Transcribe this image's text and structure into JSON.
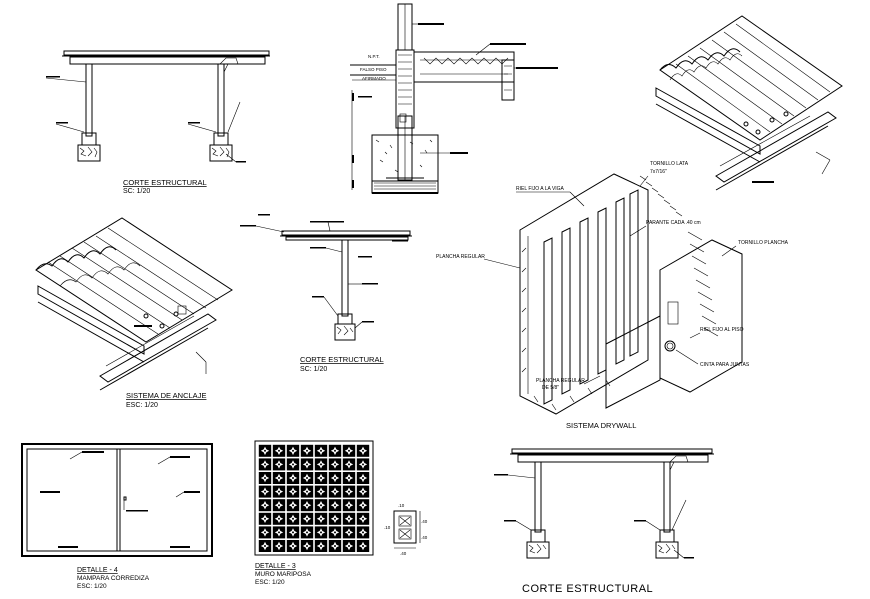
{
  "labels": {
    "corte1_title": "CORTE ESTRUCTURAL",
    "corte1_scale": "SC: 1/20",
    "corte2_title": "CORTE ESTRUCTURAL",
    "corte2_scale": "SC: 1/20",
    "anclaje_title": "SISTEMA DE ANCLAJE",
    "anclaje_scale": "ESC: 1/20",
    "drywall_title": "SISTEMA DRYWALL",
    "detalle4_title": "DETALLE - 4",
    "detalle4_sub": "MAMPARA CORREDIZA",
    "detalle4_scale": "ESC: 1/20",
    "detalle3_title": "DETALLE - 3",
    "detalle3_sub": "MURO MARIPOSA",
    "detalle3_scale": "ESC: 1/20",
    "corte3_title": "CORTE ESTRUCTURAL"
  },
  "annotations": {
    "tornillo_lata": "TORNILLO LATA",
    "tornillo_lata_size": "7x7/16\"",
    "riel_viga": "RIEL FIJO A LA VIGA",
    "parante": "PARANTE CADA .40 cm",
    "tornillo_plancha": "TORNILLO PLANCHA",
    "plancha_regular": "PLANCHA REGULAR",
    "riel_piso": "RIEL FIJO AL PISO",
    "cinta_juntas": "CINTA PARA JUNTAS",
    "plancha_regular_2": "PLANCHA REGULAR",
    "plancha_regular_2b": "DE 5/8\"",
    "npt": "N.P.T.",
    "falso_piso": "FALSO PISO",
    "afirmado": "AFIRMADO",
    "dim_40a": ".40",
    "dim_40b": ".40",
    "dim_40c": ".40",
    "dim_10a": ".10",
    "dim_10b": ".10"
  }
}
